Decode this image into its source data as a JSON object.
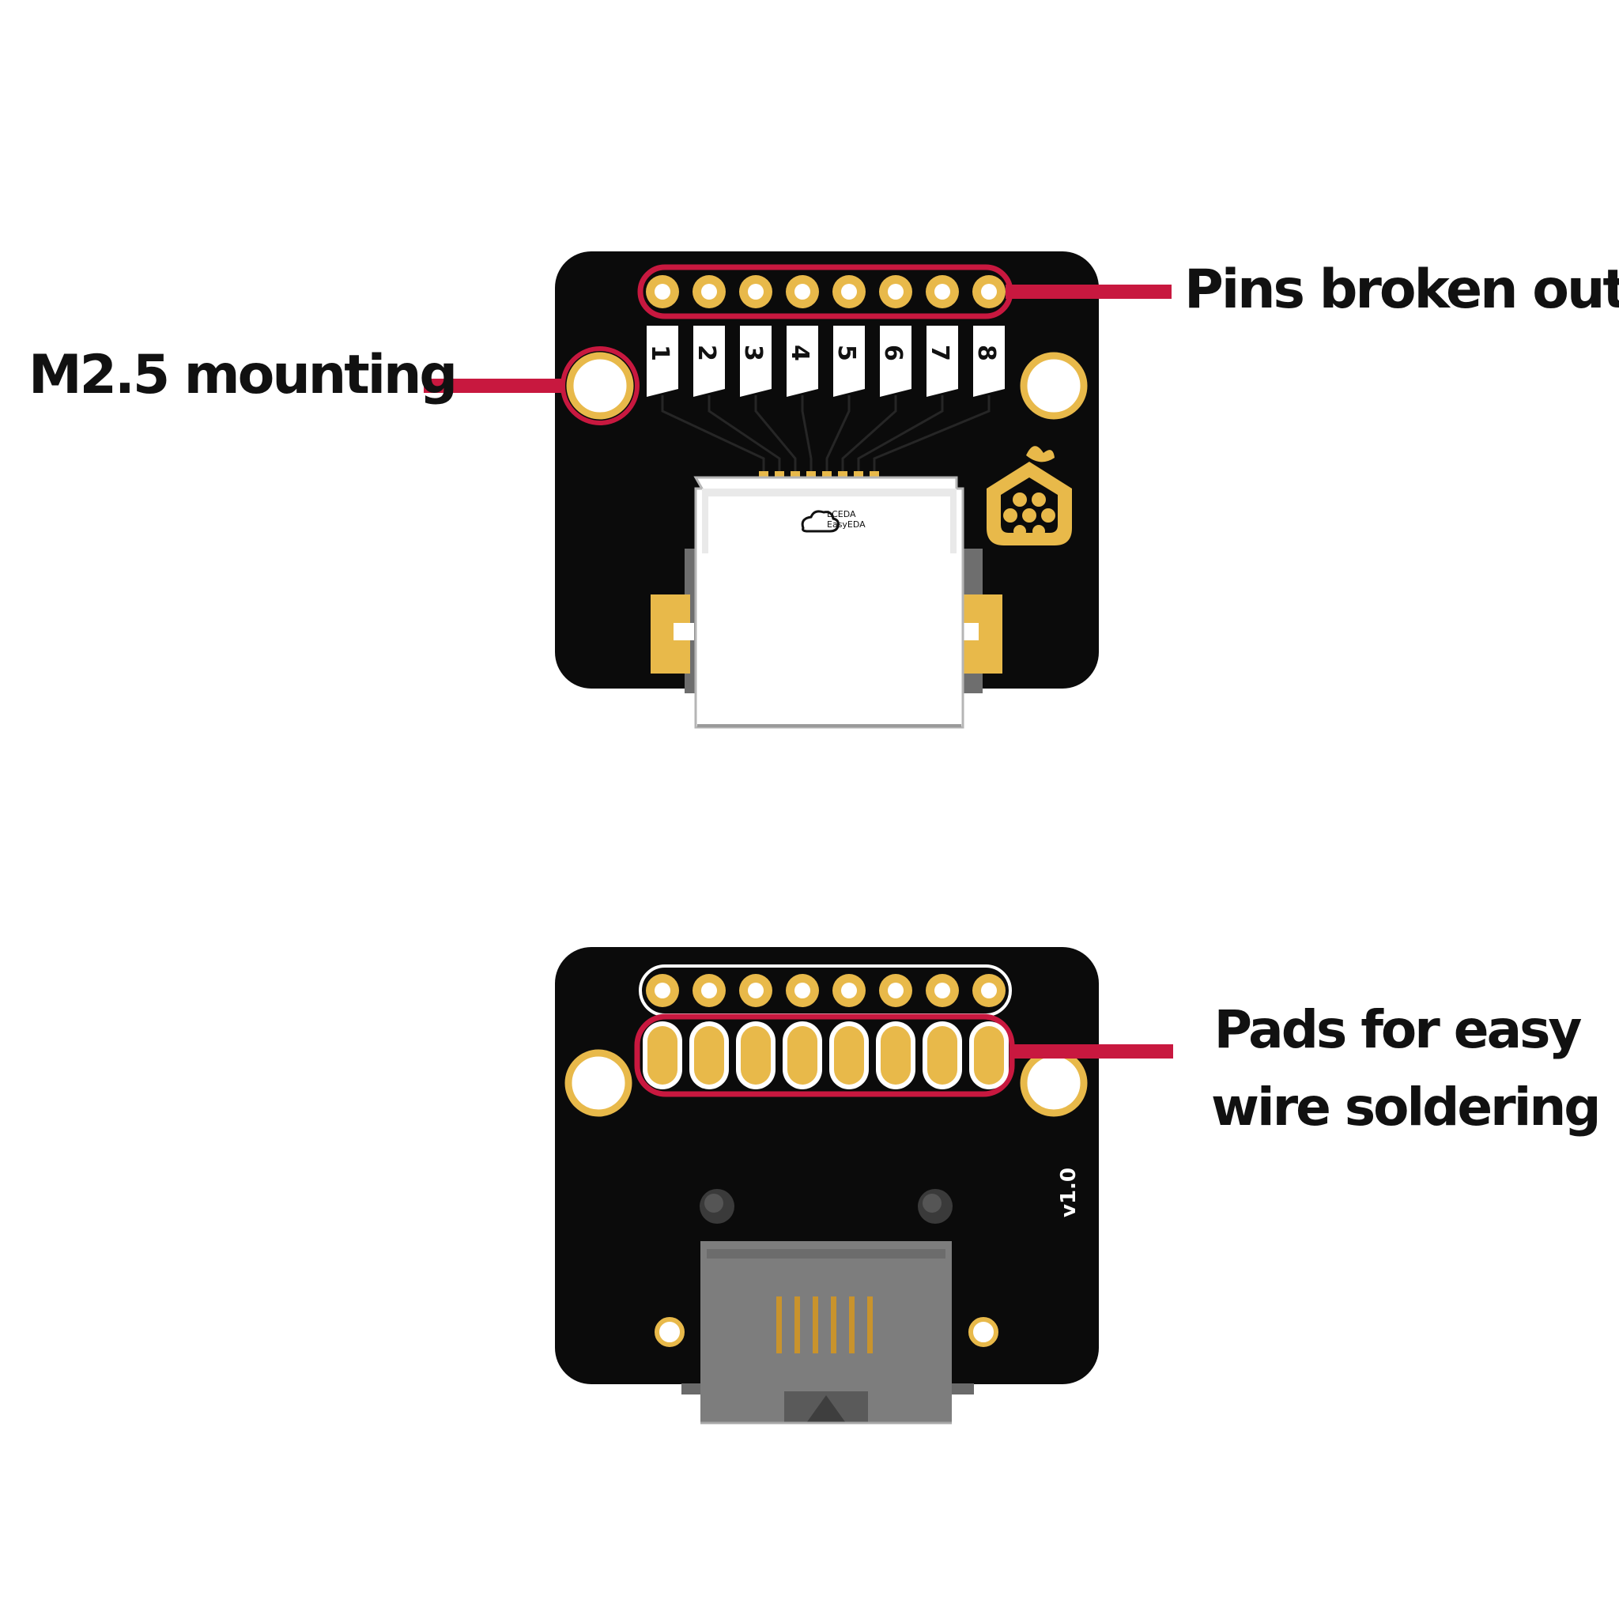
{
  "callouts": {
    "mounting": "M2.5 mounting",
    "pins": "Pins broken out",
    "pads_line1": "Pads for easy",
    "pads_line2": "wire soldering"
  },
  "top_board": {
    "pin_numbers": [
      "1",
      "2",
      "3",
      "4",
      "5",
      "6",
      "7",
      "8"
    ],
    "logo_text_line1": "LCEDA",
    "logo_text_line2": "EasyEDA"
  },
  "bottom_board": {
    "version": "v1.0",
    "pad_count": 8
  },
  "colors": {
    "pcb": "#0b0b0b",
    "gold": "#e8b94a",
    "callout_line": "#c8183f",
    "white": "#ffffff",
    "connector_gray": "#7a7a7a"
  }
}
